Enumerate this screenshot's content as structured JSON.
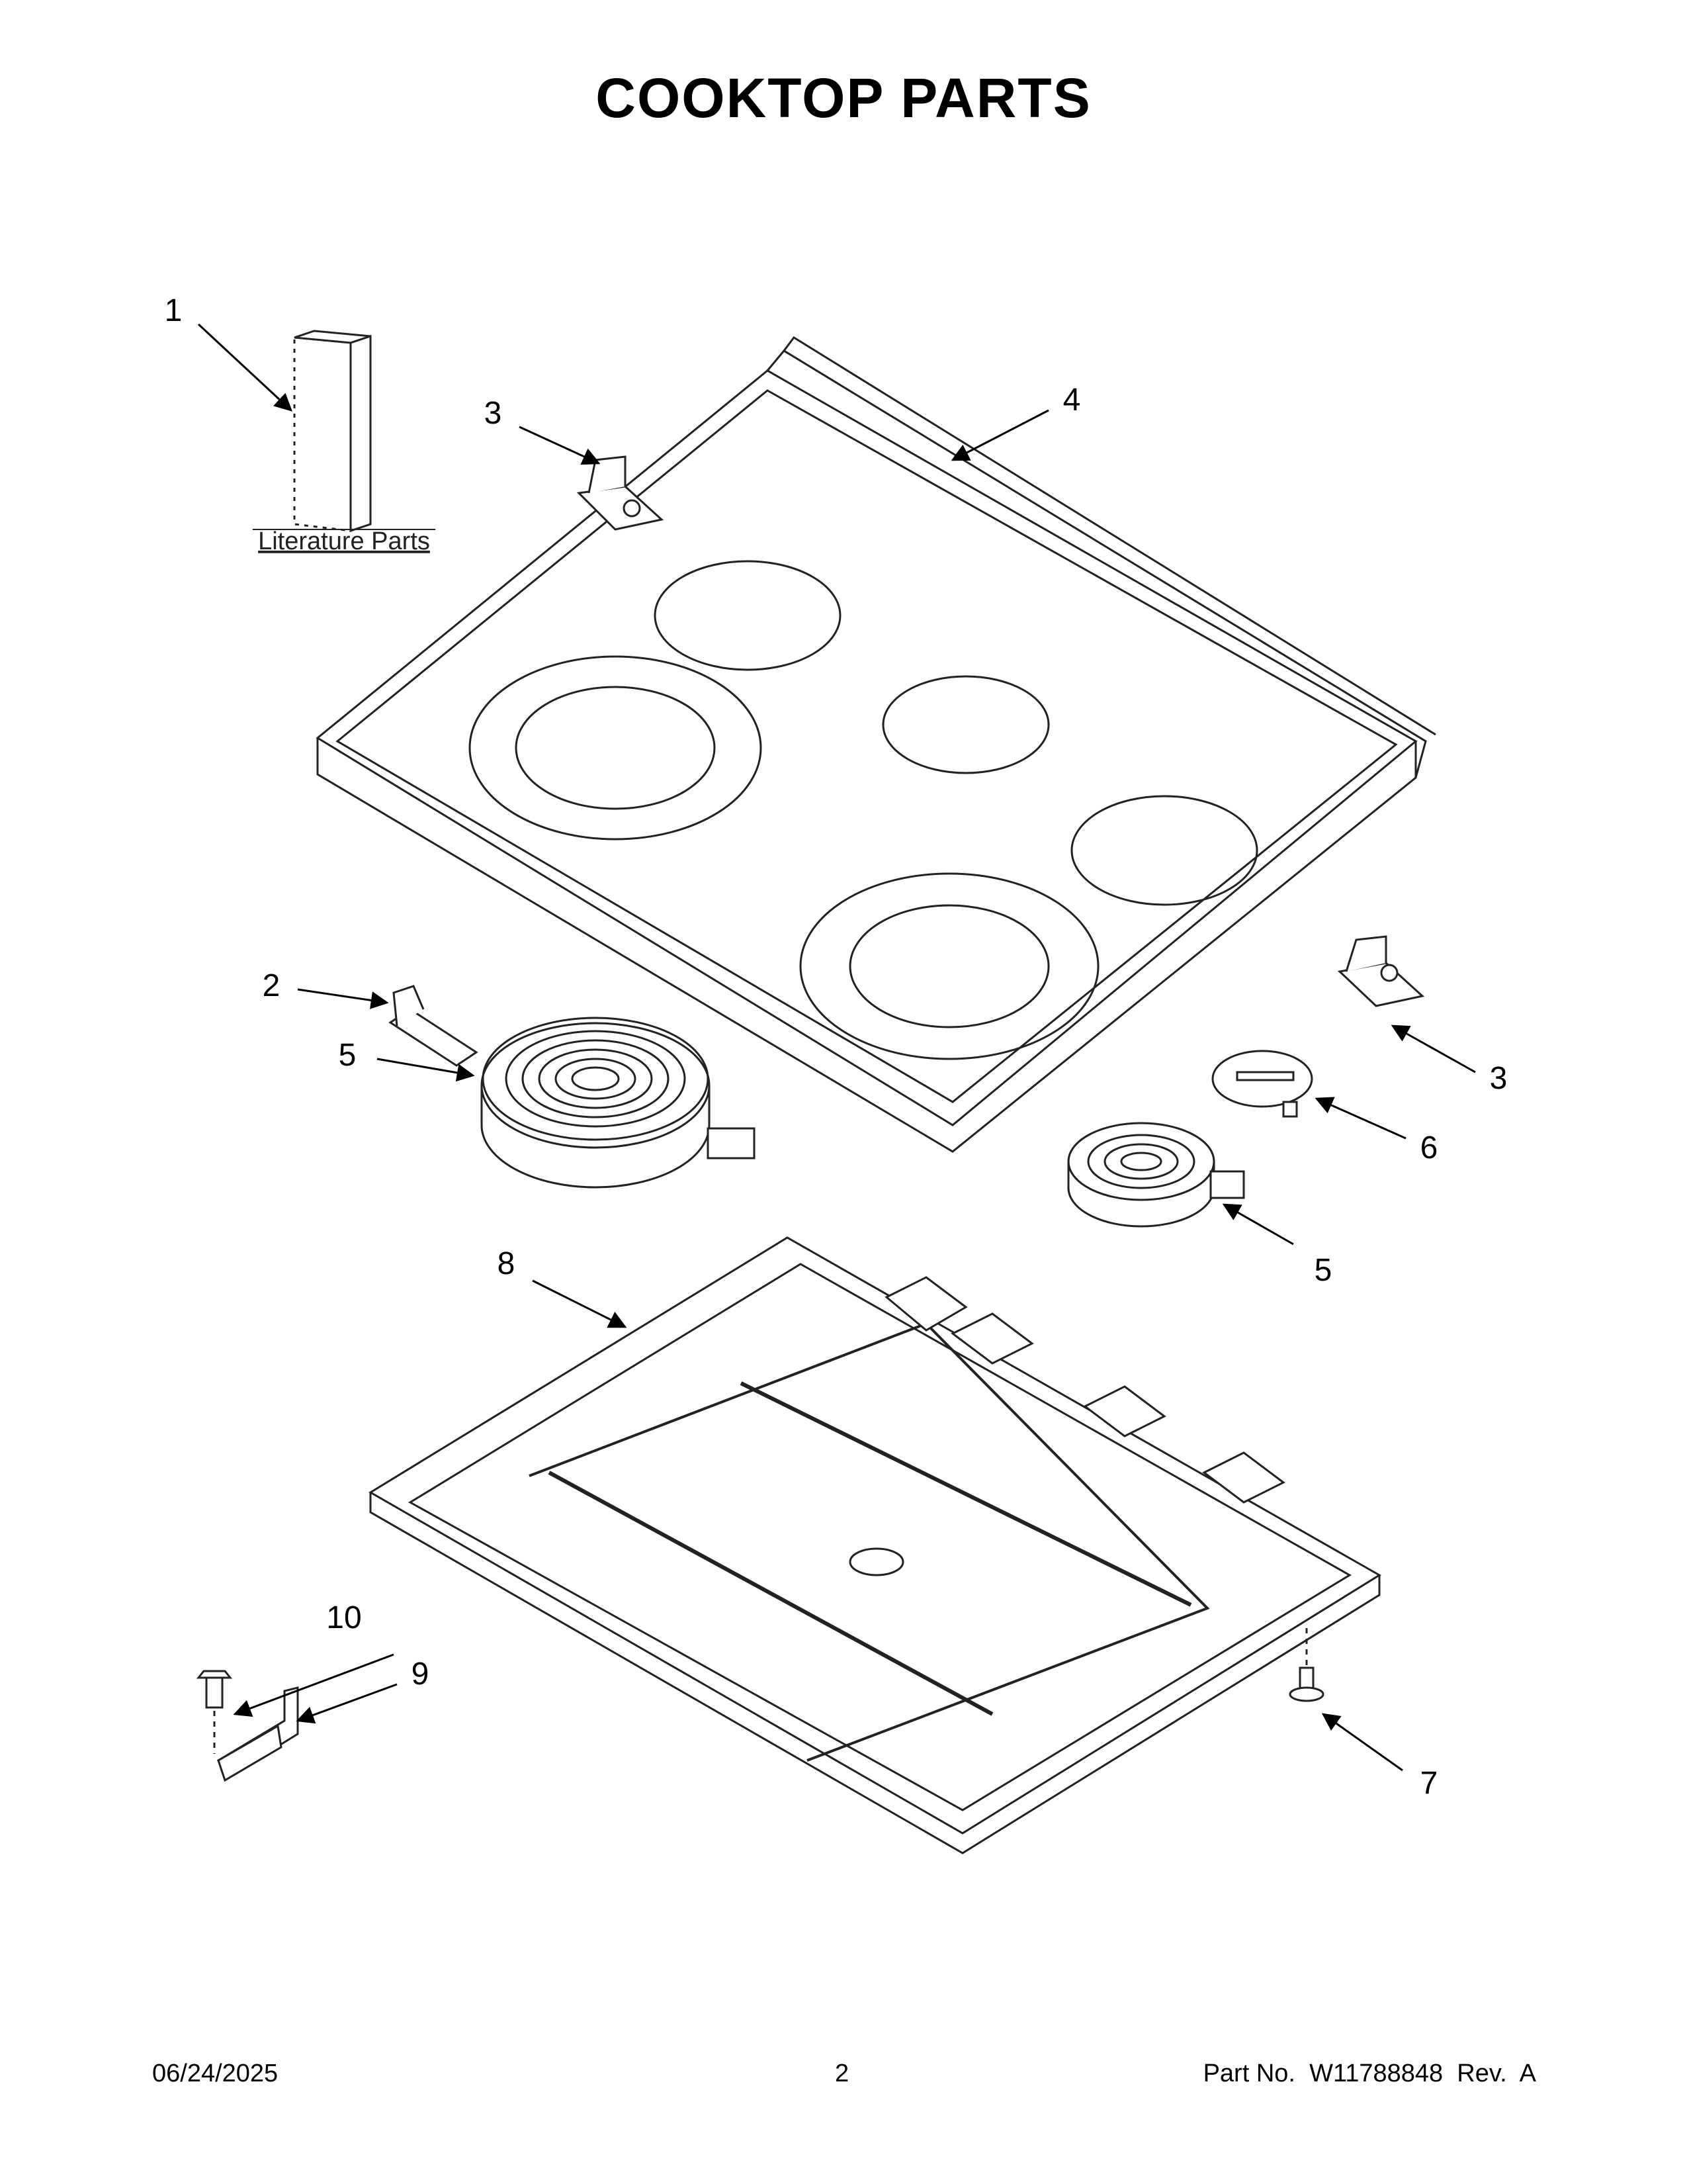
{
  "title": "COOKTOP PARTS",
  "literature_label": "Literature Parts",
  "callouts": [
    "1",
    "2",
    "3",
    "3",
    "4",
    "5",
    "5",
    "6",
    "7",
    "8",
    "9",
    "10"
  ],
  "footer": {
    "date": "06/24/2025",
    "page": "2",
    "part_number": "Part No.  W11788848  Rev.  A"
  }
}
